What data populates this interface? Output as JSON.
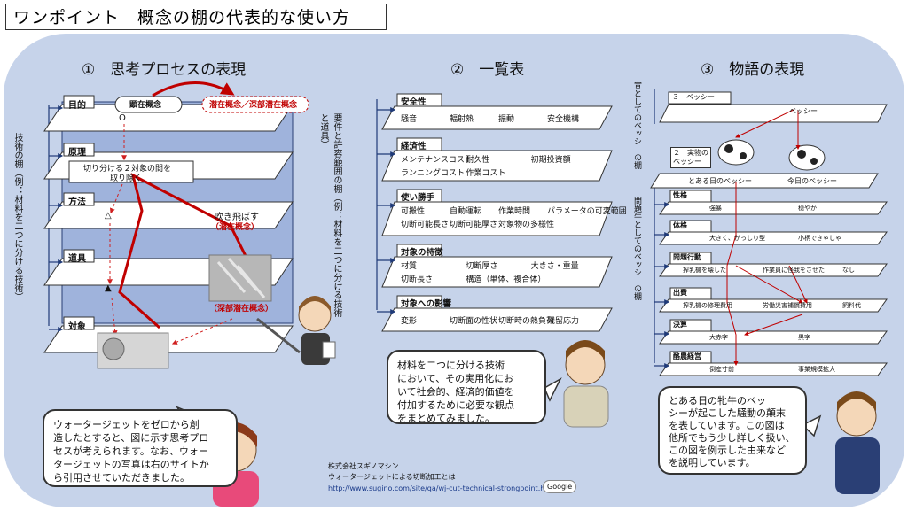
{
  "title": "ワンポイント　概念の棚の代表的な使い方",
  "colors": {
    "bg": "#c6d3ea",
    "shelf": "#9fb3dc",
    "red": "#c00000",
    "navy": "#1f3a78"
  },
  "section1": {
    "heading": "①　思考プロセスの表現",
    "side_label": "技術の棚（例：材料を二つに分ける技術）",
    "rows": [
      "目的",
      "原理",
      "方法",
      "道具",
      "対象"
    ],
    "tag_manifest": "顕在概念",
    "tag_latent": "潜在概念／深部潜在概念",
    "principle_text_1": "切り分ける２対象の間を",
    "principle_text_2": "取り除く",
    "method_text": "吹き飛ばす",
    "method_sub": "（潜在概念）",
    "tool_label": "（深部潜在概念）",
    "symbol_circle": "O",
    "symbol_triangle": "△",
    "symbol_filled": "▲",
    "bubble_lines": [
      "ウォータージェットをゼロから創",
      "造したとすると、図に示す思考プロ",
      "セスが考えられます。なお、ウォー",
      "タージェットの写真は右のサイトか",
      "ら引用させていただきました。"
    ]
  },
  "section2": {
    "heading": "②　一覧表",
    "side_label": "要件と許容範囲の棚（例：材料を二つに分ける技術と道具）",
    "categories": [
      {
        "name": "安全性",
        "items": [
          "騒音",
          "輻射熱",
          "振動",
          "安全機構"
        ]
      },
      {
        "name": "経済性",
        "items": [
          "メンテナンスコスト",
          "耐久性",
          "初期投資額",
          "ランニングコスト",
          "作業コスト"
        ]
      },
      {
        "name": "使い勝手",
        "items": [
          "可搬性",
          "自動運転",
          "作業時間",
          "パラメータの可変範囲",
          "切断可能長さ",
          "切断可能厚さ",
          "対象物の多様性"
        ]
      },
      {
        "name": "対象の特徴",
        "items": [
          "材質",
          "切断厚さ",
          "大きさ・重量",
          "切断長さ",
          "構造（単体、複合体）"
        ]
      },
      {
        "name": "対象への影響",
        "items": [
          "変形",
          "切断面の性状",
          "切断時の熱負荷",
          "残留応力"
        ]
      }
    ],
    "bubble_lines": [
      "材料を二つに分ける技術",
      "において、その実用化にお",
      "いて社会的、経済的価値を",
      "付加するために必要な観点",
      "をまとめてみました。"
    ]
  },
  "section3": {
    "heading": "③　物語の表現",
    "side_label_top": "宣としてのベッシーの棚",
    "side_label_bottom": "問題牛としてのベッシーの棚",
    "top_shelf": "３　ベッシー",
    "top_value": "ベッシー",
    "shelf2": "２　実物の\nベッシー",
    "shelf2_left": "とある日のベッシー",
    "shelf2_right": "今日のベッシー",
    "rows": [
      {
        "name": "性格",
        "items": [
          "強暴",
          "穏やか"
        ]
      },
      {
        "name": "体格",
        "items": [
          "大きく、がっしり型",
          "小柄できゃしゃ"
        ]
      },
      {
        "name": "問題行動",
        "items": [
          "搾乳機を壊した",
          "作業員に怪我をさせた",
          "なし"
        ]
      },
      {
        "name": "出費",
        "items": [
          "搾乳機の修理費用",
          "労働災害補償費用",
          "飼料代"
        ]
      },
      {
        "name": "決算",
        "items": [
          "大赤字",
          "黒字"
        ]
      },
      {
        "name": "酪農経営",
        "items": [
          "倒産寸前",
          "事業規模拡大"
        ]
      }
    ],
    "bubble_lines": [
      "とある日の牝牛のベッ",
      "シーが起こした騒動の顛末",
      "を表しています。この図は",
      "他所でもう少し詳しく扱い、",
      "この図を例示した由来など",
      "を説明しています。"
    ]
  },
  "footer": {
    "line1": "株式会社スギノマシン",
    "line2": "ウォータージェットによる切断加工とは",
    "url": "http://www.sugino.com/site/qa/wj-cut-technical-strongpoint.html",
    "logo": "Google"
  }
}
